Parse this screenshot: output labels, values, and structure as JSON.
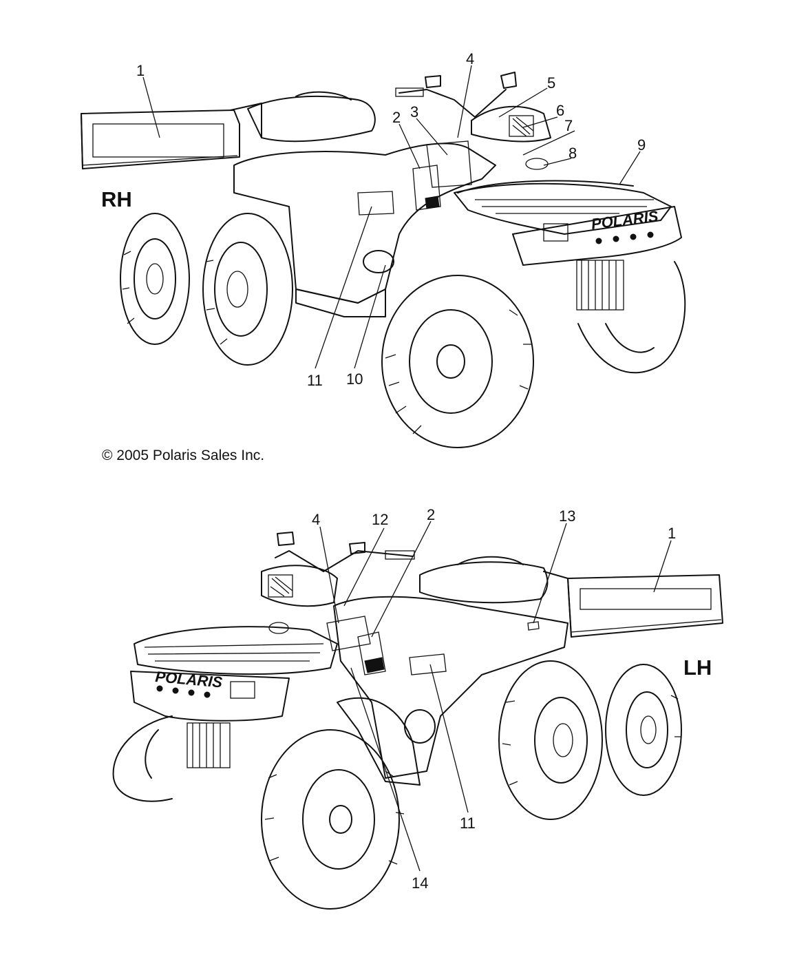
{
  "copyright": "© 2005 Polaris Sales Inc.",
  "views": [
    {
      "side_label": "RH",
      "callouts": [
        "1",
        "2",
        "3",
        "4",
        "5",
        "6",
        "7",
        "8",
        "9",
        "10",
        "11"
      ]
    },
    {
      "side_label": "LH",
      "callouts": [
        "4",
        "12",
        "2",
        "13",
        "1",
        "11",
        "14"
      ]
    }
  ],
  "brand_marks": [
    "POLARIS"
  ]
}
